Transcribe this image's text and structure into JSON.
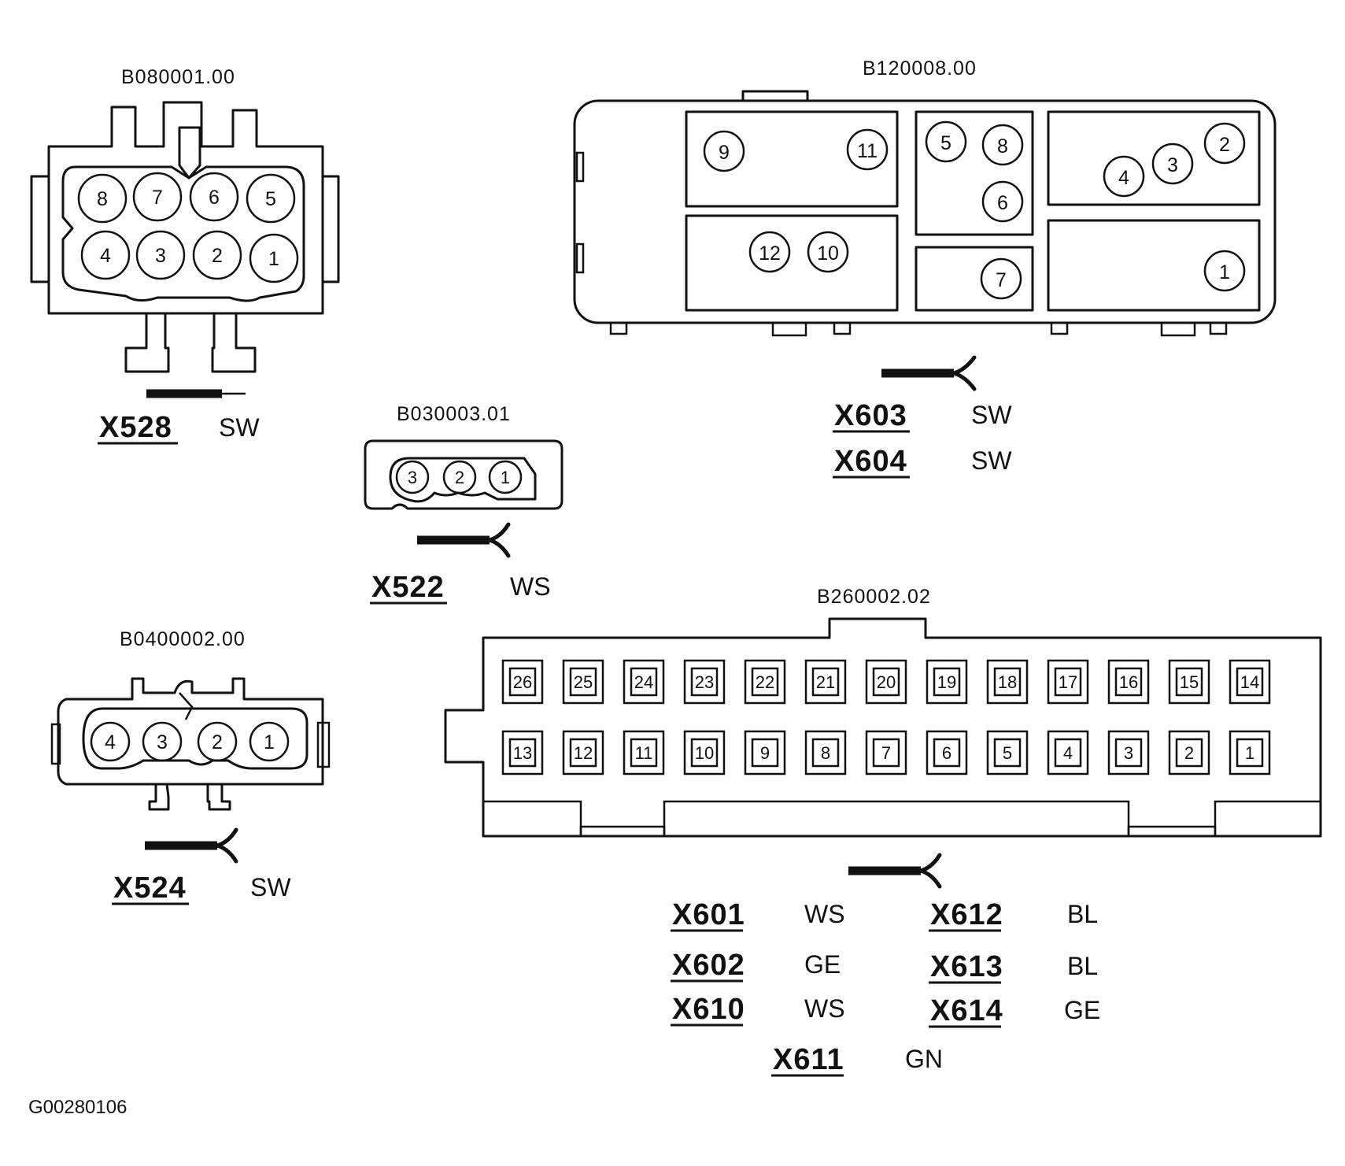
{
  "connectors": {
    "c1": {
      "code": "B080001.00",
      "pins": [
        "8",
        "7",
        "6",
        "5",
        "4",
        "3",
        "2",
        "1"
      ],
      "plugs": [
        {
          "id": "X528",
          "color": "SW"
        }
      ]
    },
    "c2": {
      "code": "B120008.00",
      "pins": [
        "9",
        "11",
        "5",
        "8",
        "6",
        "2",
        "3",
        "4",
        "12",
        "10",
        "7",
        "1"
      ],
      "plugs": [
        {
          "id": "X603",
          "color": "SW"
        },
        {
          "id": "X604",
          "color": "SW"
        }
      ]
    },
    "c3": {
      "code": "B030003.01",
      "pins": [
        "3",
        "2",
        "1"
      ],
      "plugs": [
        {
          "id": "X522",
          "color": "WS"
        }
      ]
    },
    "c4": {
      "code": "B0400002.00",
      "pins": [
        "4",
        "3",
        "2",
        "1"
      ],
      "plugs": [
        {
          "id": "X524",
          "color": "SW"
        }
      ]
    },
    "c5": {
      "code": "B260002.02",
      "pins_top": [
        "26",
        "25",
        "24",
        "23",
        "22",
        "21",
        "20",
        "19",
        "18",
        "17",
        "16",
        "15",
        "14"
      ],
      "pins_bottom": [
        "13",
        "12",
        "11",
        "10",
        "9",
        "8",
        "7",
        "6",
        "5",
        "4",
        "3",
        "2",
        "1"
      ],
      "plugs": [
        {
          "id": "X601",
          "color": "WS"
        },
        {
          "id": "X602",
          "color": "GE"
        },
        {
          "id": "X610",
          "color": "WS"
        },
        {
          "id": "X612",
          "color": "BL"
        },
        {
          "id": "X613",
          "color": "BL"
        },
        {
          "id": "X614",
          "color": "GE"
        },
        {
          "id": "X611",
          "color": "GN"
        }
      ]
    }
  },
  "figure_id": "G00280106"
}
